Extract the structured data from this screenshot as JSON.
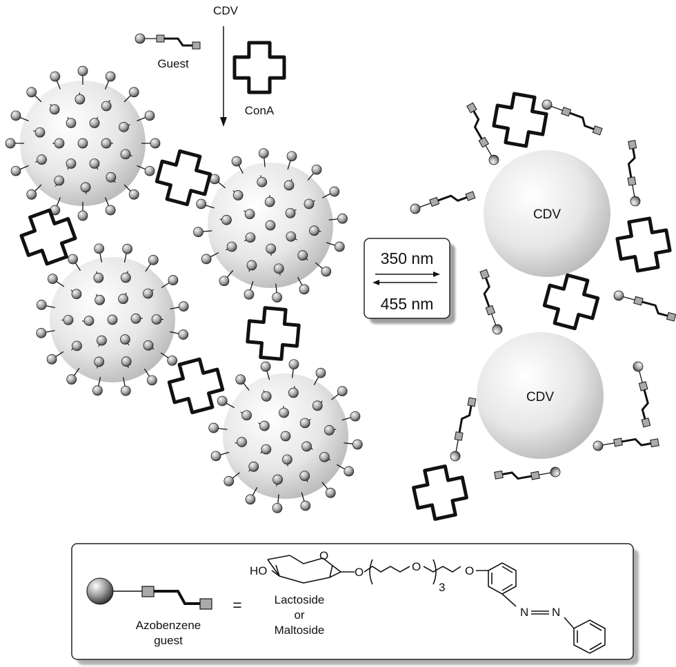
{
  "header": {
    "cdv_label": "CDV",
    "guest_label": "Guest",
    "cona_label": "ConA"
  },
  "wavelength_box": {
    "forward": "350 nm",
    "reverse": "455 nm"
  },
  "vesicle_labels": [
    "CDV",
    "CDV"
  ],
  "legend": {
    "azo_label_line1": "Azobenzene",
    "azo_label_line2": "guest",
    "equals": "=",
    "sugar_line1": "Lactoside",
    "sugar_line2": "or",
    "sugar_line3": "Maltoside",
    "ho": "HO",
    "o_atom": "O",
    "repeat_count": "3",
    "azo_n": "N"
  }
}
